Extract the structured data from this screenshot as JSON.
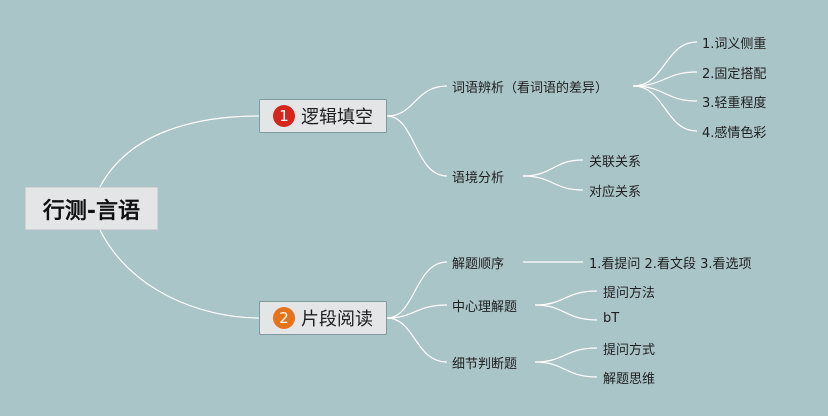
{
  "root": {
    "label": "行测-言语"
  },
  "branches": [
    {
      "num": "1",
      "num_color": "#d4261c",
      "label": "逻辑填空",
      "children": [
        {
          "label": "词语辨析（看词语的差异）",
          "leaves": [
            "1.词义侧重",
            "2.固定搭配",
            "3.轻重程度",
            "4.感情色彩"
          ]
        },
        {
          "label": "语境分析",
          "leaves": [
            "关联关系",
            "对应关系"
          ]
        }
      ]
    },
    {
      "num": "2",
      "num_color": "#e5731c",
      "label": "片段阅读",
      "children": [
        {
          "label": "解题顺序",
          "leaves": [
            "1.看提问 2.看文段 3.看选项"
          ]
        },
        {
          "label": "中心理解题",
          "leaves": [
            "提问方法",
            "bT"
          ]
        },
        {
          "label": "细节判断题",
          "leaves": [
            "提问方式",
            "解题思维"
          ]
        }
      ]
    }
  ],
  "colors": {
    "line": "#ffffff",
    "background": "#a9c5c8"
  }
}
